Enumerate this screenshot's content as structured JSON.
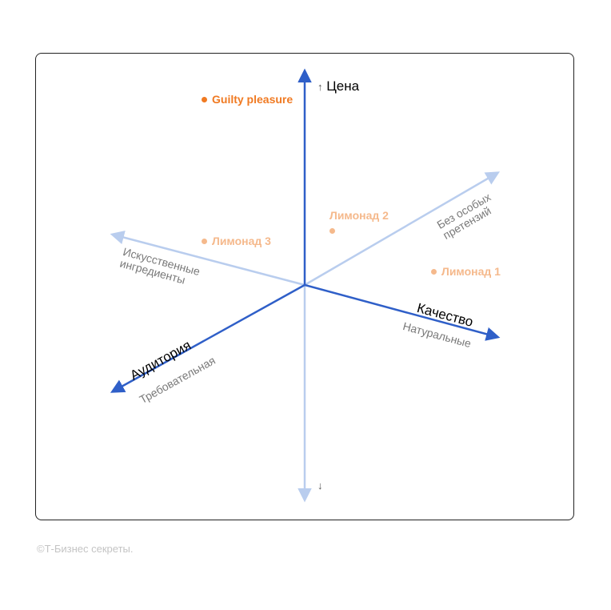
{
  "colors": {
    "axis_primary": "#2f5fc8",
    "axis_secondary": "#b9cdee",
    "highlight": "#f07a22",
    "muted_point": "#f5b98c"
  },
  "axes": {
    "price": {
      "label": "Цена",
      "up_glyph": "↑",
      "down_glyph": "↓"
    },
    "quality": {
      "label": "Качество",
      "sub": "Натуральные"
    },
    "audience": {
      "label": "Аудитория",
      "sub": "Требовательная"
    },
    "artificial": {
      "line1": "Искусственные",
      "line2": "ингредиенты"
    },
    "unpretentious": {
      "line1": "Без особых",
      "line2": "претензий"
    }
  },
  "points": [
    {
      "label": "Guilty pleasure",
      "icon": "dot",
      "style": "highlight"
    },
    {
      "label": "Лимонад 2",
      "icon": "dot",
      "style": "muted"
    },
    {
      "label": "Лимонад 3",
      "icon": "dot",
      "style": "muted"
    },
    {
      "label": "Лимонад 1",
      "icon": "dot",
      "style": "muted"
    }
  ],
  "credit": "©Т-Бизнес секреты."
}
